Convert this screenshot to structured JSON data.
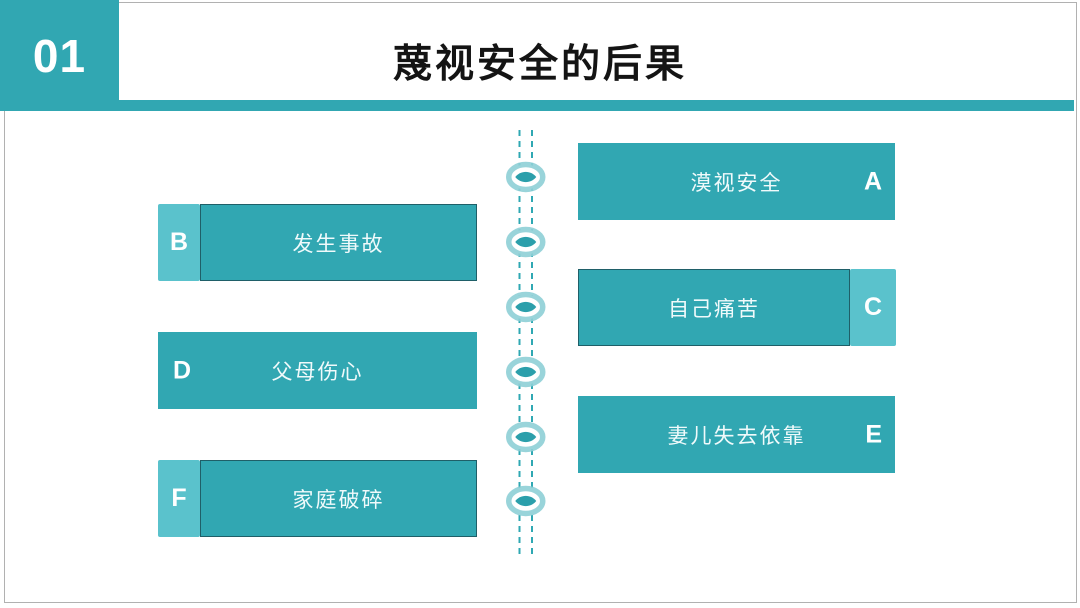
{
  "slide": {
    "section_number": "01",
    "title": "蔑视安全的后果"
  },
  "colors": {
    "accent_teal": "#31a7b2",
    "tab_teal": "#5ac2cc",
    "node_ring": "#8ecfd6",
    "node_core": "#2b9fab",
    "dashed_line": "#2fa8b3",
    "box_border": "#1f5f68",
    "title_text": "#141414",
    "box_text": "#f0fafb"
  },
  "items": [
    {
      "letter": "A",
      "label": "漠视安全",
      "side": "right",
      "tab": "none"
    },
    {
      "letter": "B",
      "label": "发生事故",
      "side": "left",
      "tab": "left"
    },
    {
      "letter": "C",
      "label": "自己痛苦",
      "side": "right",
      "tab": "right"
    },
    {
      "letter": "D",
      "label": "父母伤心",
      "side": "left",
      "tab": "none"
    },
    {
      "letter": "E",
      "label": "妻儿失去依靠",
      "side": "right",
      "tab": "none"
    },
    {
      "letter": "F",
      "label": "家庭破碎",
      "side": "left",
      "tab": "left"
    }
  ],
  "timeline": {
    "node_count": 6
  }
}
